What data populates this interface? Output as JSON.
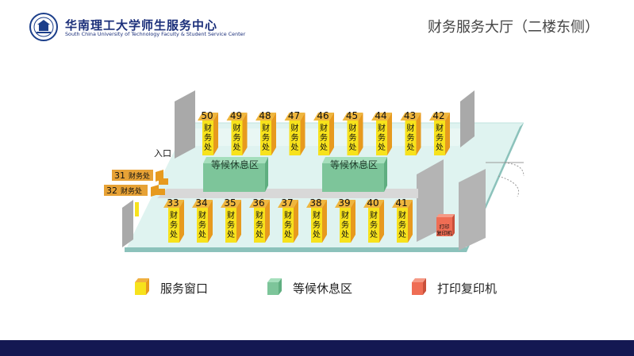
{
  "header": {
    "org_name_cn": "华南理工大学师生服务中心",
    "org_name_en": "South China University of Technology Faculty & Student Service Center",
    "page_title": "财务服务大厅（二楼东侧）"
  },
  "floor": {
    "entrance_label": "入口",
    "window_label_chars": [
      "财",
      "务",
      "处"
    ],
    "top_row_windows": [
      "50",
      "49",
      "48",
      "47",
      "46",
      "45",
      "44",
      "43",
      "42"
    ],
    "bottom_row_windows": [
      "33",
      "34",
      "35",
      "36",
      "37",
      "38",
      "39",
      "40",
      "41"
    ],
    "side_windows": [
      {
        "number": "31",
        "label": "财务处"
      },
      {
        "number": "32",
        "label": "财务处"
      }
    ],
    "waiting_areas": [
      "等候休息区",
      "等候休息区"
    ],
    "printer_label_lines": [
      "打印",
      "复印机"
    ]
  },
  "legend": {
    "service_window": "服务窗口",
    "waiting_area": "等候休息区",
    "print_copy": "打印复印机"
  },
  "colors": {
    "window_yellow": "#f7e21c",
    "window_orange": "#e79a1e",
    "waiting_green": "#7dc59a",
    "printer_red": "#ef6d54",
    "floor_cyan": "#dff3f0",
    "floor_edge": "#7fb6b0",
    "wall_gray": "#b9b9b9",
    "brand_navy": "#141852"
  }
}
